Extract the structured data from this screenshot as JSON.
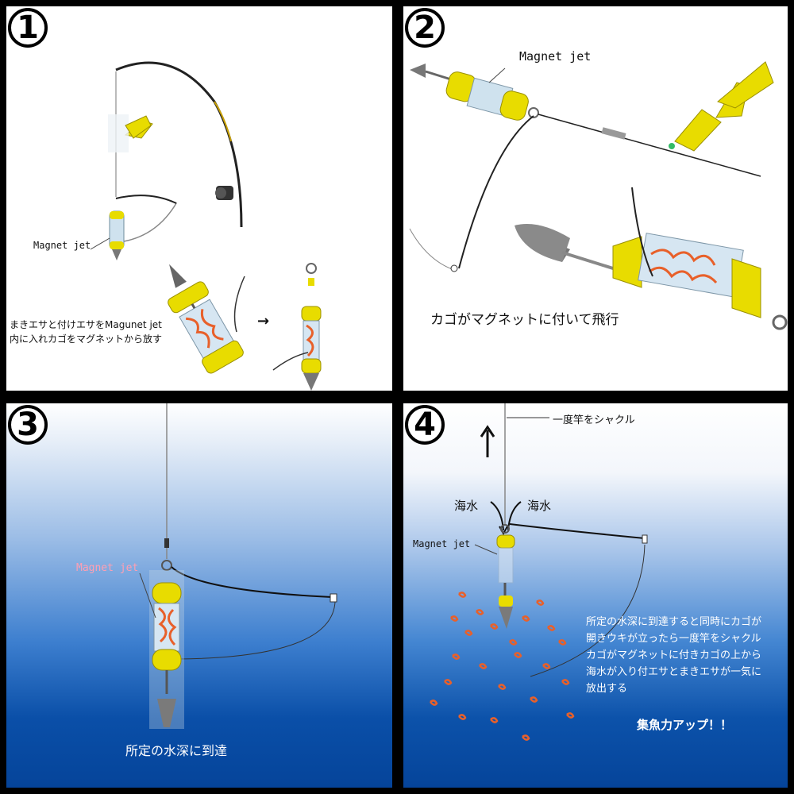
{
  "panels": [
    {
      "number": "1",
      "magnet_label": "Magnet jet",
      "caption_line1": "まきエサと付けエサをMagunet jet",
      "caption_line2": "内に入れカゴをマグネットから放す",
      "arrow": "→"
    },
    {
      "number": "2",
      "magnet_label": "Magnet jet",
      "caption": "カゴがマグネットに付いて飛行"
    },
    {
      "number": "3",
      "magnet_label": "Magnet jet",
      "caption": "所定の水深に到達"
    },
    {
      "number": "4",
      "jerk_label": "一度竿をシャクル",
      "seawater_left": "海水",
      "seawater_right": "海水",
      "magnet_label": "Magnet jet",
      "description": [
        "所定の水深に到達すると同時にカゴが",
        "開きウキが立ったら一度竿をシャクル",
        "カゴがマグネットに付きカゴの上から",
        "海水が入り付エサとまきエサが一気に",
        "放出する"
      ],
      "result": "集魚力アップ！！"
    }
  ],
  "colors": {
    "float_yellow": "#e8dc00",
    "feed_orange": "#e8602a",
    "water_dark": "#05449a"
  }
}
